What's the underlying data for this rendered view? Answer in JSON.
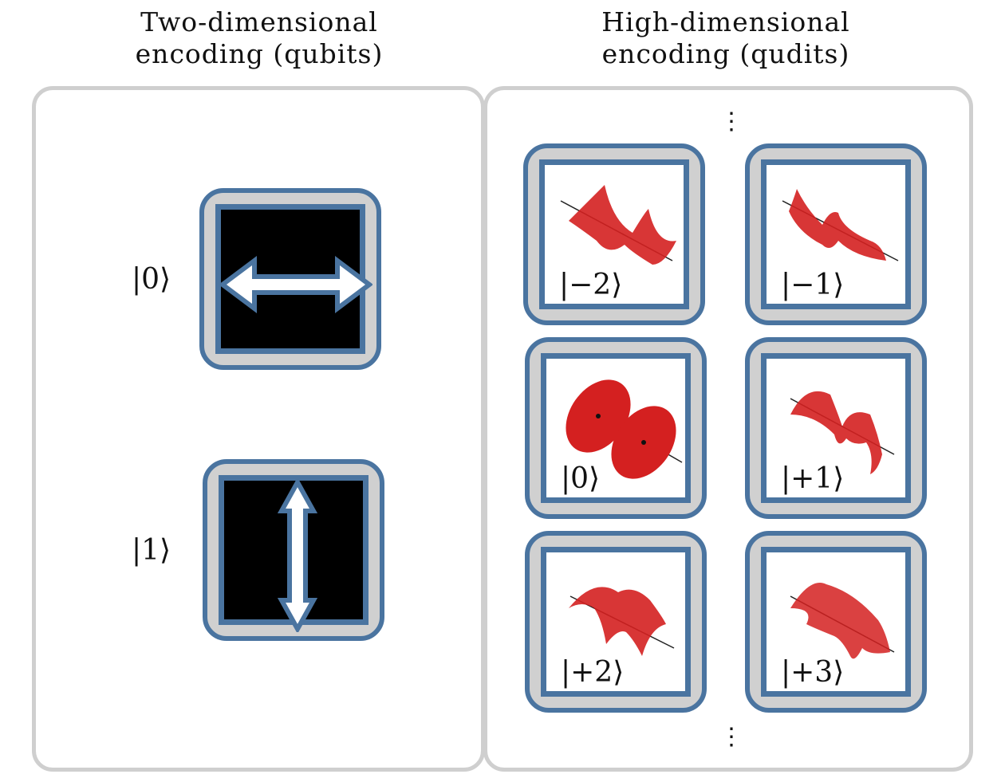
{
  "titles": {
    "left": [
      "Two-dimensional",
      "encoding (qubits)"
    ],
    "right": [
      "High-dimensional",
      "encoding (qudits)"
    ]
  },
  "qubits": [
    {
      "label": "|0⟩",
      "arrow": "horizontal"
    },
    {
      "label": "|1⟩",
      "arrow": "vertical"
    }
  ],
  "qudits": [
    {
      "label": "|−2⟩",
      "mode": "twisted-wave"
    },
    {
      "label": "|−1⟩",
      "mode": "twisted-wave"
    },
    {
      "label": "|0⟩",
      "mode": "double-disc"
    },
    {
      "label": "|+1⟩",
      "mode": "twisted-wave"
    },
    {
      "label": "|+2⟩",
      "mode": "twisted-wave"
    },
    {
      "label": "|+3⟩",
      "mode": "twisted-wave"
    }
  ],
  "ellipsis": "⋮",
  "colors": {
    "tile_border": "#4a74a0",
    "tile_fill": "#d0d0d0",
    "panel_border": "#cfcfcf",
    "mode_red": "#d42020"
  }
}
